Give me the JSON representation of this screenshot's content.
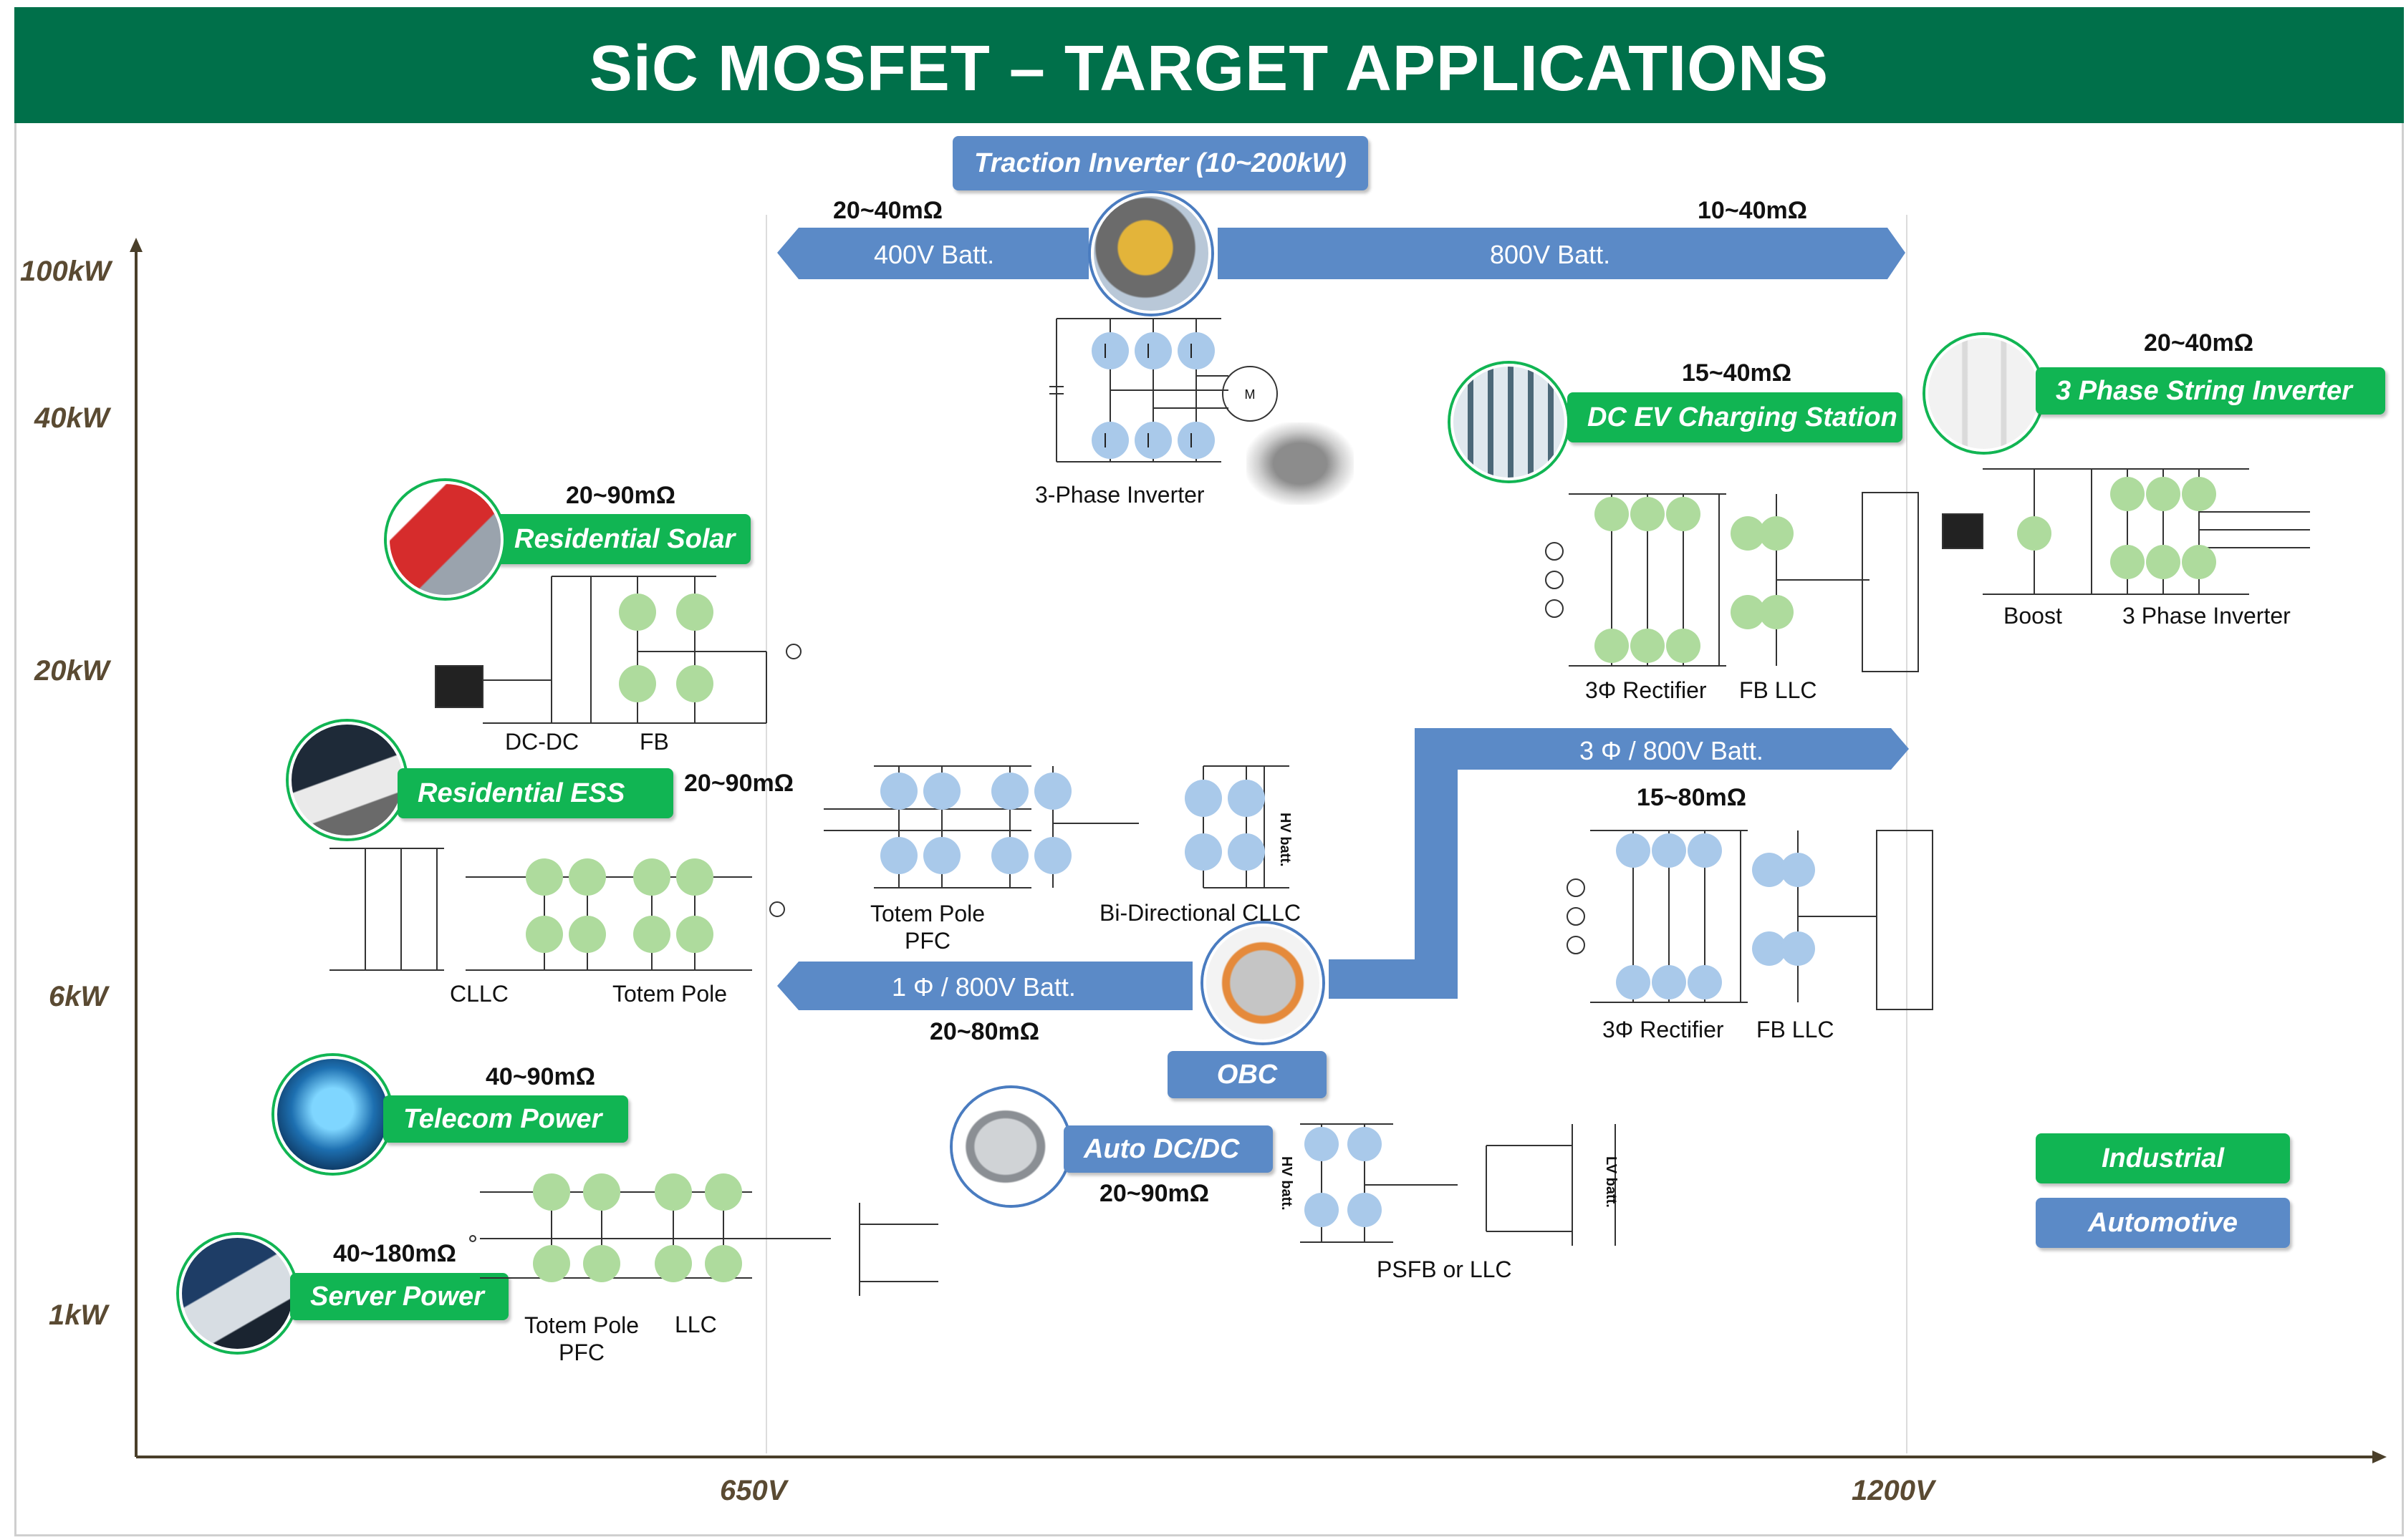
{
  "title": "SiC MOSFET – TARGET APPLICATIONS",
  "axes": {
    "y_ticks": [
      "100kW",
      "40kW",
      "20kW",
      "6kW",
      "1kW"
    ],
    "x_ticks": [
      "650V",
      "1200V"
    ]
  },
  "colors": {
    "industrial": "#11b553",
    "automotive": "#5b8ac7",
    "header": "#00704a",
    "axis_text": "#5a4a32"
  },
  "legend": {
    "industrial": "Industrial",
    "automotive": "Automotive"
  },
  "traction": {
    "label": "Traction Inverter (10~200kW)",
    "res_400": "20~40mΩ",
    "res_800": "10~40mΩ",
    "batt_400": "400V Batt.",
    "batt_800": "800V Batt.",
    "caption": "3-Phase Inverter"
  },
  "residential_solar": {
    "label": "Residential Solar",
    "res": "20~90mΩ",
    "cap1": "DC-DC",
    "cap2": "FB"
  },
  "residential_ess": {
    "label": "Residential ESS",
    "res": "20~90mΩ",
    "cap1": "CLLC",
    "cap2": "Totem Pole"
  },
  "telecom": {
    "label": "Telecom Power",
    "res": "40~90mΩ"
  },
  "server": {
    "label": "Server Power",
    "res": "40~180mΩ",
    "cap1": "Totem Pole\nPFC",
    "cap2": "LLC"
  },
  "obc": {
    "label": "OBC",
    "batt_1p": "1 Φ / 800V Batt.",
    "batt_3p": "3 Φ / 800V Batt.",
    "res_1p": "20~80mΩ",
    "res_3p": "15~80mΩ",
    "cap_pfc": "Totem Pole\nPFC",
    "cap_cllc": "Bi-Directional CLLC",
    "cap_rect": "3Φ Rectifier",
    "cap_llc": "FB LLC",
    "hv_batt": "HV batt."
  },
  "dc_ev": {
    "label": "DC EV Charging Station",
    "res": "15~40mΩ",
    "cap1": "3Φ Rectifier",
    "cap2": "FB LLC"
  },
  "string_inv": {
    "label": "3 Phase String Inverter",
    "res": "20~40mΩ",
    "cap1": "Boost",
    "cap2": "3 Phase Inverter"
  },
  "auto_dcdc": {
    "label": "Auto DC/DC",
    "res": "20~90mΩ",
    "cap": "PSFB or LLC",
    "hv_batt": "HV batt.",
    "lv_batt": "LV batt."
  },
  "motor_symbol": "M"
}
